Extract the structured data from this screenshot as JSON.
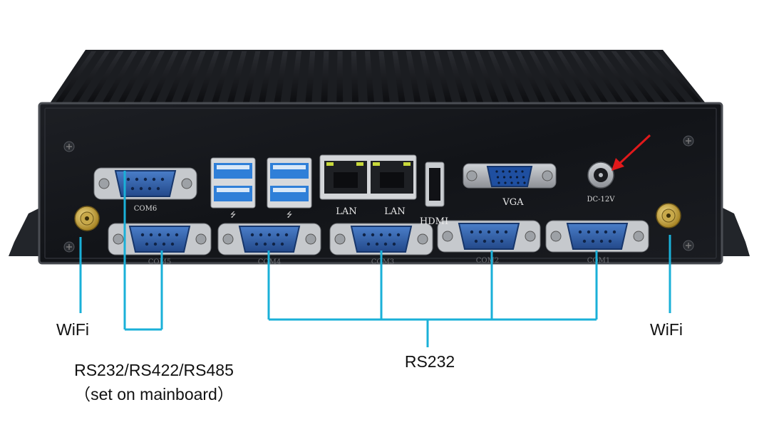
{
  "panel_labels": {
    "com6": "COM6",
    "com5": "COM5",
    "com4": "COM4",
    "com3": "COM3",
    "com2": "COM2",
    "com1": "COM1",
    "lan_1": "LAN",
    "lan_2": "LAN",
    "hdmi": "HDMI",
    "vga": "VGA",
    "dc": "DC-12V"
  },
  "callouts": {
    "wifi_left": "WiFi",
    "wifi_right": "WiFi",
    "rs232": "RS232",
    "rs_multi_line1": "RS232/RS422/RS485",
    "rs_multi_line2": "（set on mainboard）"
  },
  "colors": {
    "chassis": "#15171b",
    "serial_port": "#2f5fa8",
    "usb_port": "#2f7fd8",
    "callout_line": "#1ab0d8",
    "arrow": "#e0191b"
  }
}
